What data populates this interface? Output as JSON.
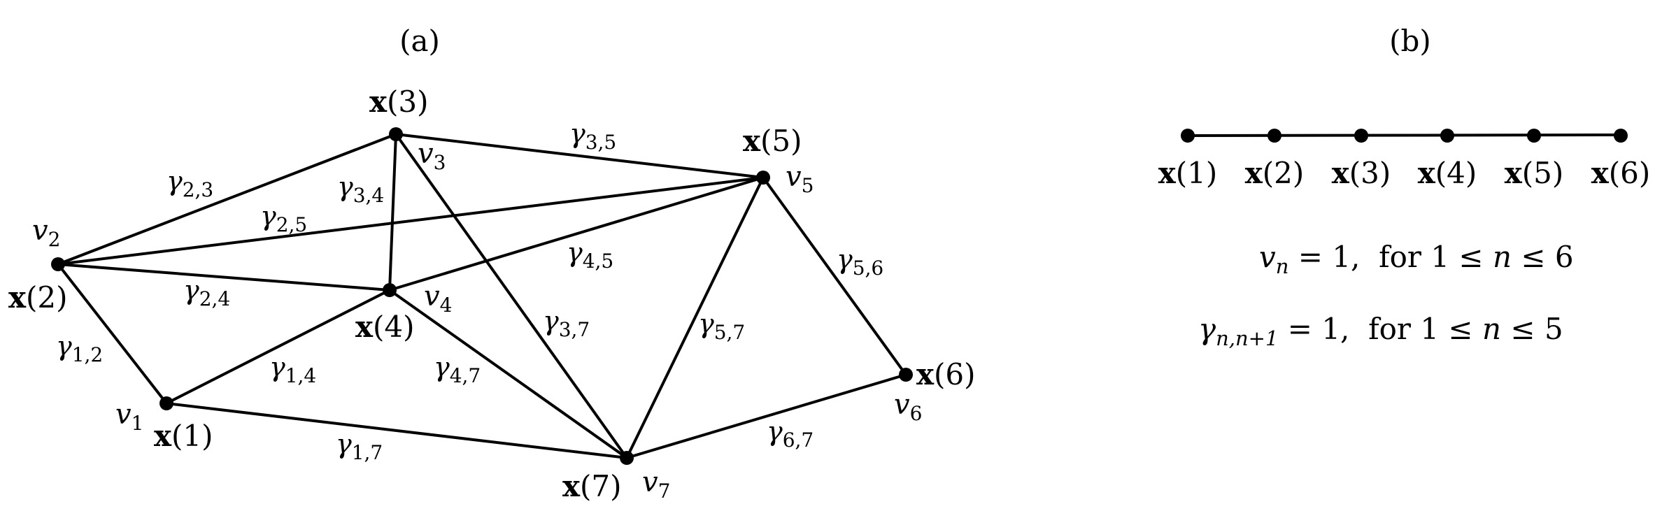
{
  "panel_a": {
    "title": "(a)",
    "nodes": [
      {
        "id": 1,
        "name": "x",
        "idx": "(1)",
        "v": "v",
        "vsub": "1"
      },
      {
        "id": 2,
        "name": "x",
        "idx": "(2)",
        "v": "v",
        "vsub": "2"
      },
      {
        "id": 3,
        "name": "x",
        "idx": "(3)",
        "v": "v",
        "vsub": "3"
      },
      {
        "id": 4,
        "name": "x",
        "idx": "(4)",
        "v": "v",
        "vsub": "4"
      },
      {
        "id": 5,
        "name": "x",
        "idx": "(5)",
        "v": "v",
        "vsub": "5"
      },
      {
        "id": 6,
        "name": "x",
        "idx": "(6)",
        "v": "v",
        "vsub": "6"
      },
      {
        "id": 7,
        "name": "x",
        "idx": "(7)",
        "v": "v",
        "vsub": "7"
      }
    ],
    "edges": [
      {
        "from": 1,
        "to": 2,
        "sym": "γ",
        "sub": "1,2"
      },
      {
        "from": 2,
        "to": 3,
        "sym": "γ",
        "sub": "2,3"
      },
      {
        "from": 2,
        "to": 5,
        "sym": "γ",
        "sub": "2,5"
      },
      {
        "from": 2,
        "to": 4,
        "sym": "γ",
        "sub": "2,4"
      },
      {
        "from": 3,
        "to": 4,
        "sym": "γ",
        "sub": "3,4"
      },
      {
        "from": 3,
        "to": 5,
        "sym": "γ",
        "sub": "3,5"
      },
      {
        "from": 3,
        "to": 7,
        "sym": "γ",
        "sub": "3,7"
      },
      {
        "from": 4,
        "to": 5,
        "sym": "γ",
        "sub": "4,5"
      },
      {
        "from": 1,
        "to": 4,
        "sym": "γ",
        "sub": "1,4"
      },
      {
        "from": 4,
        "to": 7,
        "sym": "γ",
        "sub": "4,7"
      },
      {
        "from": 1,
        "to": 7,
        "sym": "γ",
        "sub": "1,7"
      },
      {
        "from": 5,
        "to": 7,
        "sym": "γ",
        "sub": "5,7"
      },
      {
        "from": 5,
        "to": 6,
        "sym": "γ",
        "sub": "5,6"
      },
      {
        "from": 6,
        "to": 7,
        "sym": "γ",
        "sub": "6,7"
      }
    ]
  },
  "panel_b": {
    "title": "(b)",
    "nodes": [
      {
        "name": "x",
        "idx": "(1)"
      },
      {
        "name": "x",
        "idx": "(2)"
      },
      {
        "name": "x",
        "idx": "(3)"
      },
      {
        "name": "x",
        "idx": "(4)"
      },
      {
        "name": "x",
        "idx": "(5)"
      },
      {
        "name": "x",
        "idx": "(6)"
      }
    ],
    "eq1": {
      "lhs": "v",
      "sub": "n",
      "rhs": " = 1,  for 1 ≤ ",
      "var": "n",
      "end": " ≤ 6"
    },
    "eq2": {
      "lhs": "γ",
      "sub": "n,n+1",
      "rhs": " = 1,  for 1 ≤ ",
      "var": "n",
      "end": " ≤ 5"
    }
  },
  "colors": {
    "ink": "#000000",
    "background": "#ffffff"
  }
}
